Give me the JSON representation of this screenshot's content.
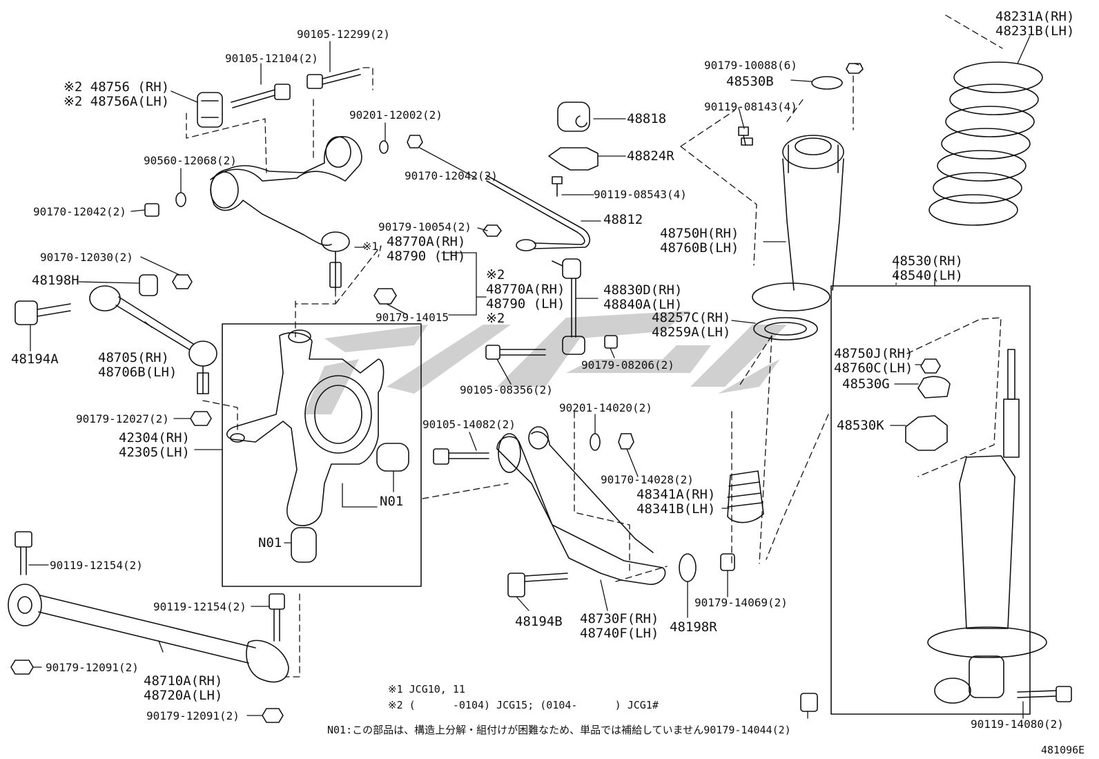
{
  "diagram": {
    "ids": {
      "p01": "90105-12299(2)",
      "p02": "90105-12104(2)",
      "p03a": "※2 48756 (RH)",
      "p03b": "※2 48756A(LH)",
      "p04": "90201-12002(2)",
      "p05": "90170-12042(2)",
      "p06": "90560-12068(2)",
      "p07": "90170-12042(2)",
      "p08": "48818",
      "p09": "48824R",
      "p10": "90119-08543(4)",
      "p11": "48812",
      "p12": "90179-10054(2)",
      "p13a": "48770A(RH)",
      "p13b": "48790 (LH)",
      "p13m": "※1",
      "p14": "90170-12030(2)",
      "p15": "48198H",
      "p16": "48194A",
      "p17a": "48705(RH)",
      "p17b": "48706B(LH)",
      "p18": "90179-14015",
      "p19m": "※2",
      "p19a": "48770A(RH)",
      "p19b": "48790 (LH)",
      "p19c": "※2",
      "p20a": "48830D(RH)",
      "p20b": "48840A(LH)",
      "p21": "90179-08206(2)",
      "p22": "90105-08356(2)",
      "p23": "90179-12027(2)",
      "p24a": "42304(RH)",
      "p24b": "42305(LH)",
      "p25": "90201-14020(2)",
      "p26": "90105-14082(2)",
      "p27": "N01",
      "p28": "N01",
      "p29": "90170-14028(2)",
      "p30a": "48341A(RH)",
      "p30b": "48341B(LH)",
      "p31": "90119-12154(2)",
      "p32": "90119-12154(2)",
      "p33": "90179-12091(2)",
      "p34a": "48710A(RH)",
      "p34b": "48720A(LH)",
      "p35": "90179-12091(2)",
      "p36": "48194B",
      "p37a": "48730F(RH)",
      "p37b": "48740F(LH)",
      "p38": "48198R",
      "p39": "90179-14069(2)",
      "p40": "90179-10088(6)",
      "p41": "48530B",
      "p42": "90119-08143(4)",
      "p43a": "48750H(RH)",
      "p43b": "48760B(LH)",
      "p44a": "48257C(RH)",
      "p44b": "48259A(LH)",
      "p45a": "48231A(RH)",
      "p45b": "48231B(LH)",
      "p46a": "48530(RH)",
      "p46b": "48540(LH)",
      "p47a": "48750J(RH)",
      "p47b": "48760C(LH)",
      "p48": "48530G",
      "p49": "48530K",
      "p50": "90119-14080(2)",
      "p51": "90179-14044(2)"
    },
    "notes": {
      "n1": "※1 JCG10, 11",
      "n2": "※2 (      -0104) JCG15; (0104-      ) JCG1#",
      "n3": "N01:この部品は、構造上分解・組付けが困難なため、単品では補給していません"
    },
    "drawing_code": "481096E",
    "colors": {
      "ink": "#111111",
      "paper": "#ffffff",
      "watermark": "#c8c8c8"
    }
  }
}
